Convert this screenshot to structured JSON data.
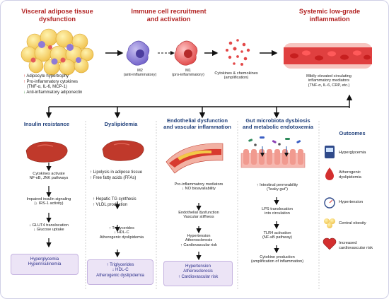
{
  "top": {
    "visceral": {
      "title1": "Visceral adipose tissue",
      "title2": "dysfunction",
      "b1": "Adipocyte hypertrophy",
      "b2": "Pro-inflammatory cytokines",
      "b2b": "(TNF-α, IL-6, MCP-1)",
      "b3": "Anti-inflammatory adiponectin"
    },
    "immune": {
      "title1": "Immune cell recruitment",
      "title2": "and activation",
      "m2": "M2",
      "m2_sub": "(anti-inflammatory)",
      "m1": "M1",
      "m1_sub": "(pro-inflammatory)"
    },
    "cytokines": {
      "l1": "Cytokines & chemokines",
      "l2": "(amplification)"
    },
    "systemic": {
      "title1": "Systemic low-grade",
      "title2": "inflammation",
      "d1": "Mildly elevated circulating",
      "d2": "inflammatory mediators",
      "d3": "(TNF-α, IL-6, CRP, etc.)"
    }
  },
  "insulin": {
    "title": "Insulin resistance",
    "s1a": "Cytokines activate",
    "s1b": "NF-κB, JNK pathways",
    "s2a": "Impaired insulin signaling",
    "s2b": "(↓ IRS-1 activity)",
    "s3a": "↓ GLUT4 translocation",
    "s3b": "↓ Glucose uptake",
    "box1": "Hyperglycemia",
    "box2": "Hyperinsulinemia"
  },
  "dyslip": {
    "title": "Dyslipidemia",
    "a1": "↑ Lipolysis in adipose tissue",
    "a2": "↑ Free fatty acids (FFAs)",
    "b1": "↑ Hepatic TG synthesis",
    "b2": "↑ VLDL production",
    "c1": "↑ Triglycerides",
    "c2": "↓ HDL-C",
    "c3": "Atherogenic dyslipidemia",
    "box1": "↑ Triglycerides",
    "box2": "↓ HDL-C",
    "box3": "Atherogenic dyslipidemia"
  },
  "endo": {
    "title1": "Endothelial dysfunction",
    "title2": "and vascular inflammation",
    "a1": "Pro-inflammatory mediators",
    "a2": "↓ NO bioavailability",
    "b1": "Endothelial dysfunction",
    "b2": "Vascular stiffness",
    "c1": "Hypertension",
    "c2": "Atherosclerosis",
    "c3": "↑ Cardiovascular risk",
    "box1": "Hypertension",
    "box2": "Atherosclerosis",
    "box3": "↑ Cardiovascular risk"
  },
  "gut": {
    "title1": "Gut microbiota dysbiosis",
    "title2": "and metabolic endotoxemia",
    "a1": "↑ Intestinal permeability",
    "a2": "(\"leaky gut\")",
    "b1": "LPS translocation",
    "b2": "into circulation",
    "c1": "TLR4 activation",
    "c2": "(NF-κB pathway)",
    "d1": "Cytokine production",
    "d2": "(amplification of inflammation)"
  },
  "outcomes": {
    "title": "Outcomes",
    "o1": "Hyperglycemia",
    "o2a": "Atherogenic",
    "o2b": "dyslipidemia",
    "o3": "Hypertension",
    "o4": "Central obesity",
    "o5a": "Increased",
    "o5b": "cardiovascular risk"
  },
  "colors": {
    "red_heading": "#b32626",
    "blue_heading": "#1f3f7a",
    "box_fill": "#ece4f6",
    "up_arrow": "#d02020",
    "down_arrow": "#2a8a2a"
  }
}
